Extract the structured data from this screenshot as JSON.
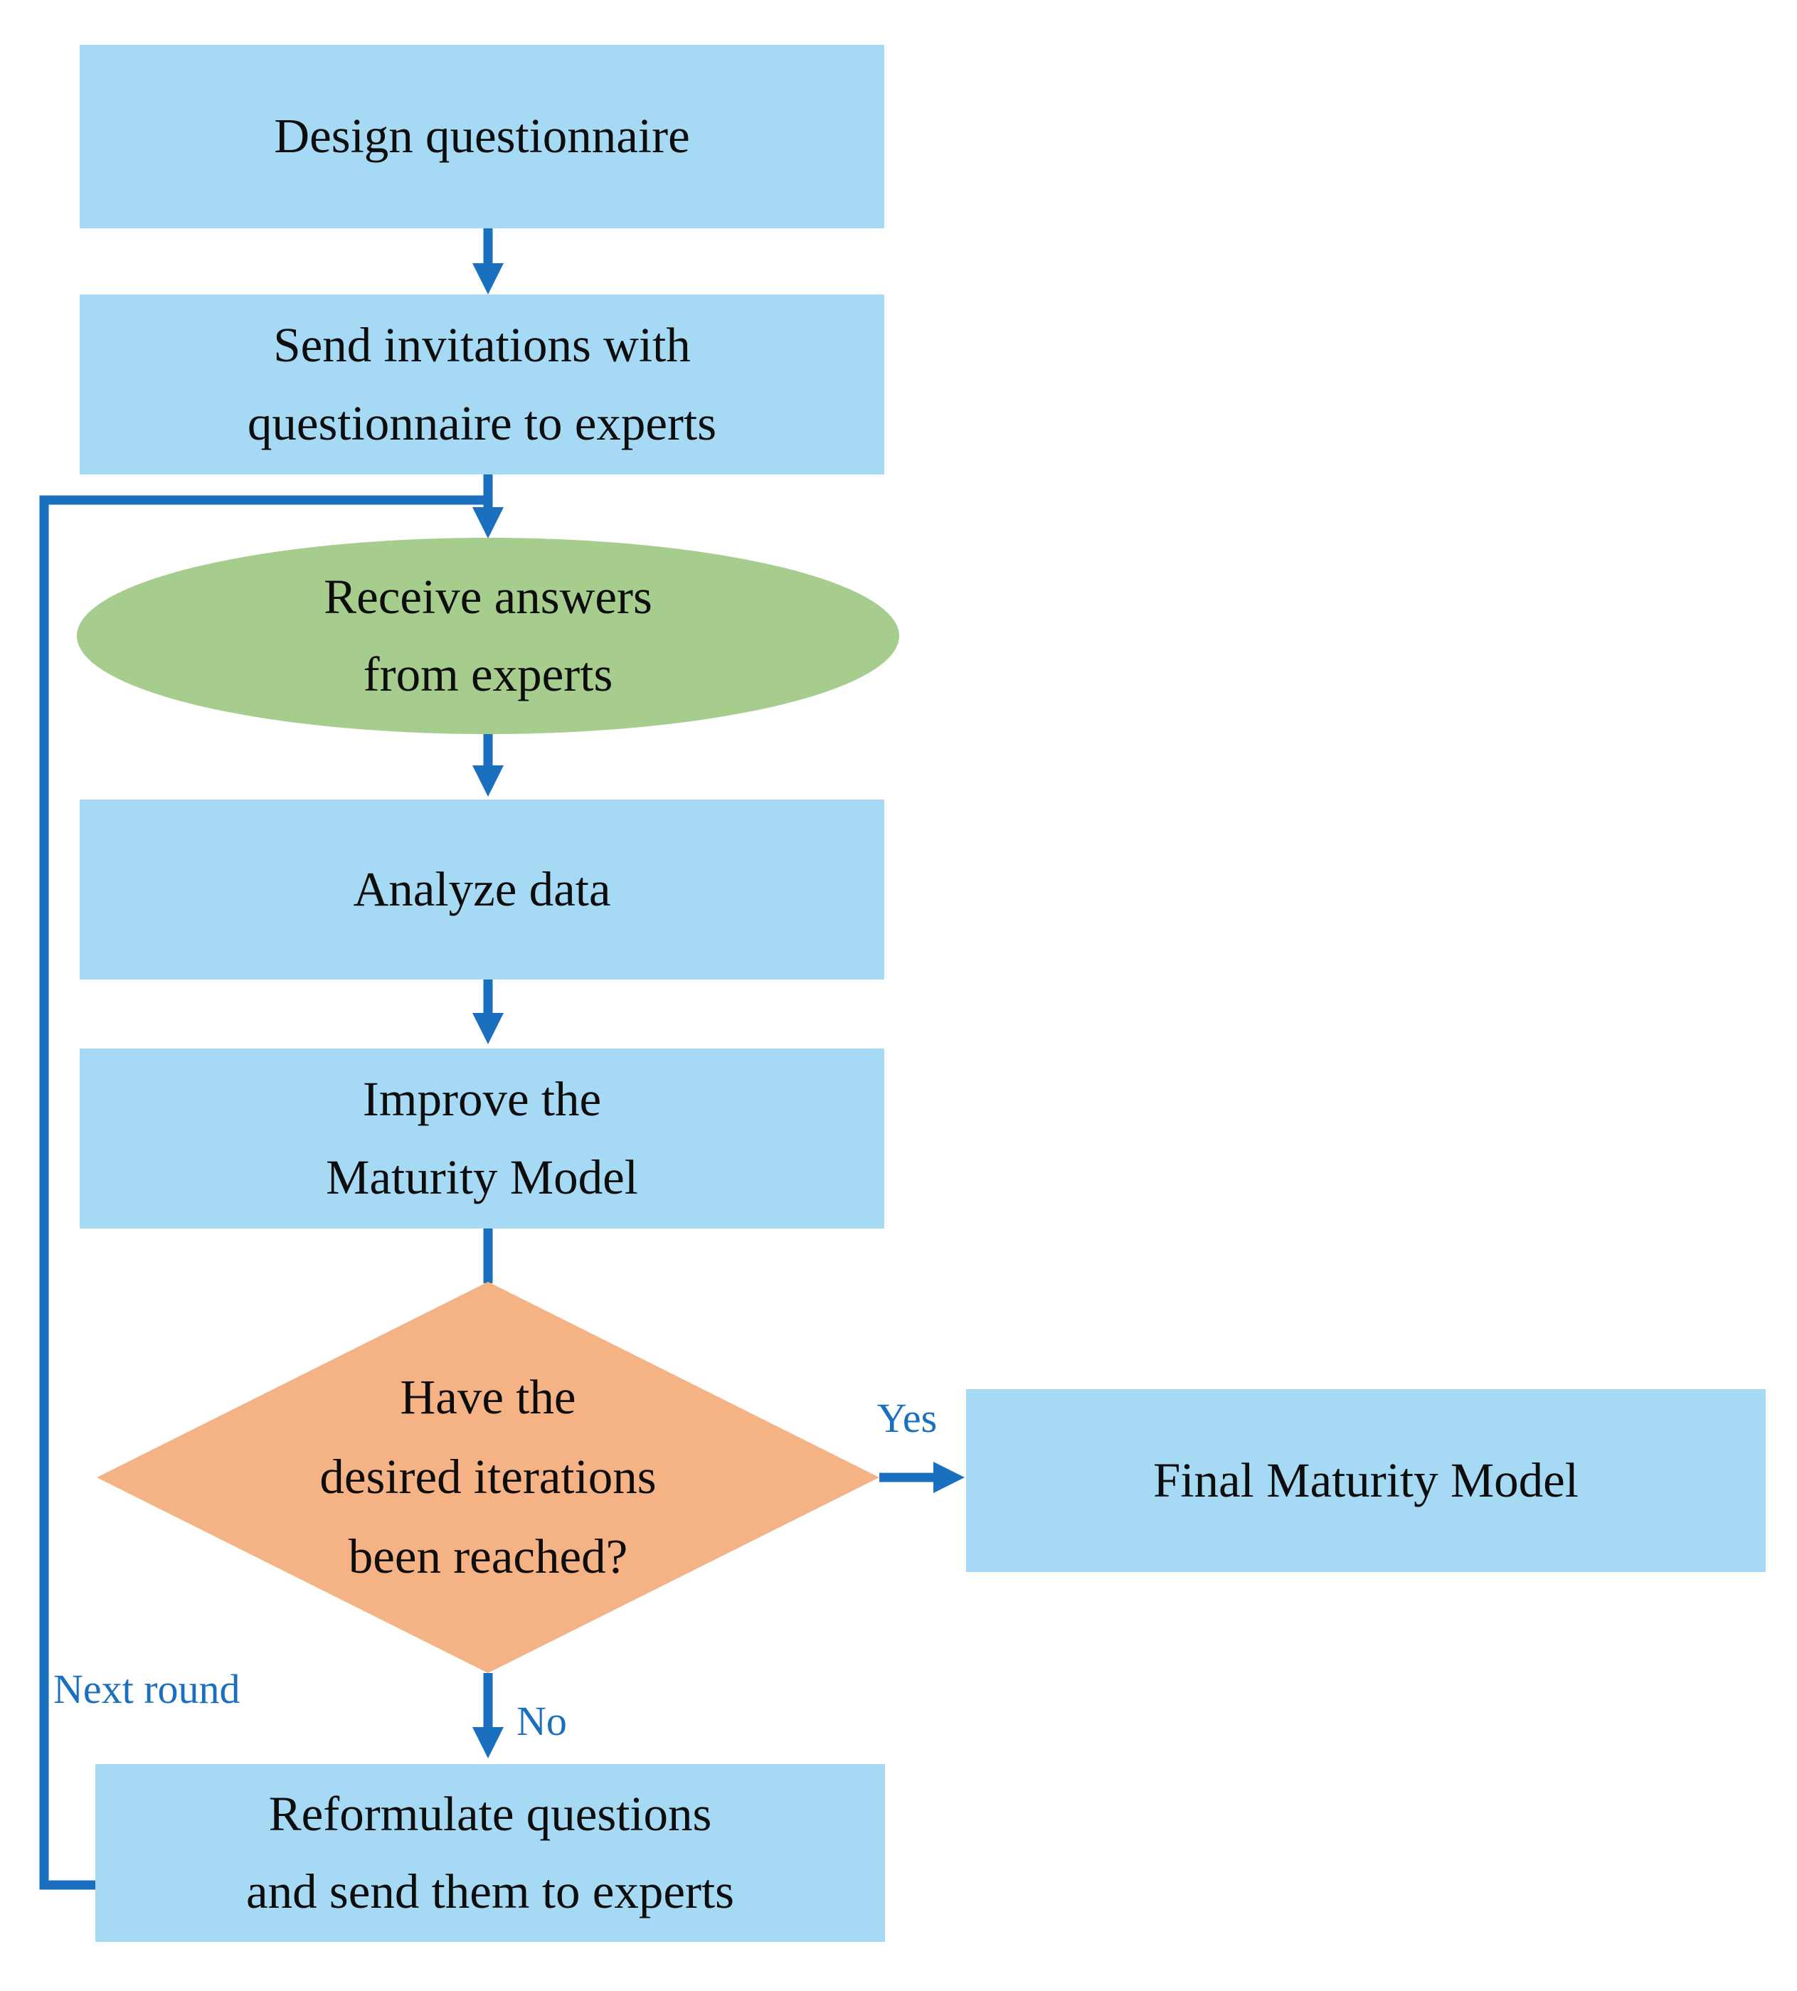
{
  "nodes": {
    "design": {
      "label": "Design questionnaire",
      "shape": "rectangle"
    },
    "send_invitations": {
      "label": "Send invitations with\nquestionnaire to experts",
      "shape": "rectangle"
    },
    "receive_answers": {
      "label": "Receive answers\nfrom experts",
      "shape": "ellipse"
    },
    "analyze": {
      "label": "Analyze data",
      "shape": "rectangle"
    },
    "improve": {
      "label": "Improve the\nMaturity Model",
      "shape": "rectangle"
    },
    "decision": {
      "label": "Have the\ndesired iterations\nbeen reached?",
      "shape": "diamond"
    },
    "final": {
      "label": "Final Maturity Model",
      "shape": "rectangle"
    },
    "reformulate": {
      "label": "Reformulate questions\nand send them to experts",
      "shape": "rectangle"
    }
  },
  "edge_labels": {
    "yes": "Yes",
    "no": "No",
    "next_round": "Next round"
  },
  "colors": {
    "process_fill": "#a6d9f4",
    "terminator_fill": "#a6cd8e",
    "decision_fill": "#f5b285",
    "connector": "#1a6fbf",
    "text": "#0d0d0d"
  }
}
